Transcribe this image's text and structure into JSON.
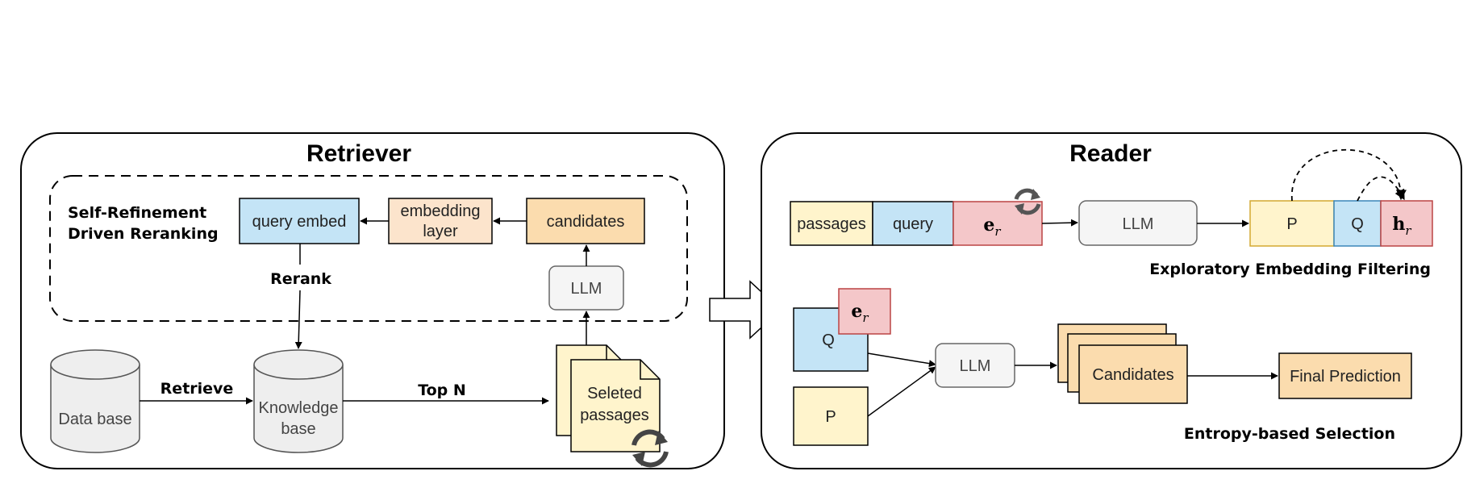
{
  "retriever": {
    "title": "Retriever",
    "refinement_label_line1": "Self-Refinement",
    "refinement_label_line2": "Driven Reranking",
    "query_embed": "query embed",
    "embedding_layer_line1": "embedding",
    "embedding_layer_line2": "layer",
    "candidates": "candidates",
    "llm": "LLM",
    "rerank": "Rerank",
    "data_base": "Data base",
    "retrieve": "Retrieve",
    "knowledge_base_line1": "Knowledge",
    "knowledge_base_line2": "base",
    "top_n": "Top N",
    "selected_passages_line1": "Seleted",
    "selected_passages_line2": "passages"
  },
  "reader": {
    "title": "Reader",
    "passages": "passages",
    "query": "query",
    "e_r_main": "e",
    "e_r_sub": "r",
    "llm_top": "LLM",
    "p_top": "P",
    "q_top": "Q",
    "h_r_main": "h",
    "h_r_sub": "r",
    "exploratory_label": "Exploratory Embedding Filtering",
    "q_bottom": "Q",
    "p_bottom": "P",
    "llm_bottom": "LLM",
    "candidates": "Candidates",
    "final_prediction": "Final Prediction",
    "entropy_label": "Entropy-based Selection"
  },
  "colors": {
    "blue_fill": "#c4e4f6",
    "orange_fill": "#fbdcae",
    "peach_fill": "#fce4cc",
    "yellow_fill": "#fff4cc",
    "pink_fill": "#f4c7c9",
    "gray_fill": "#f5f5f5",
    "cylinder_fill": "#eeeeee"
  }
}
